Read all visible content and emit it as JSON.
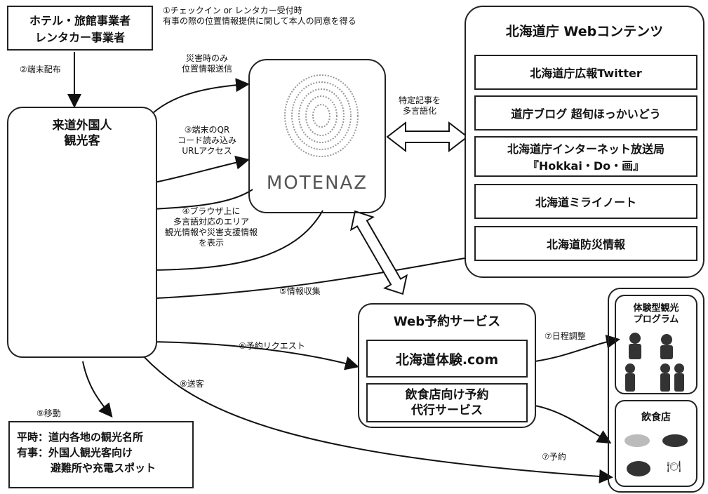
{
  "hotel_box": {
    "line1": "ホテル・旅館事業者",
    "line2": "レンタカー事業者"
  },
  "step1": {
    "line1": "①チェックイン or レンタカー受付時",
    "line2": "有事の際の位置情報提供に関して本人の同意を得る"
  },
  "step2": "②端末配布",
  "tourist_box": {
    "line1": "来道外国人",
    "line2": "観光客"
  },
  "disaster_send": {
    "line1": "災害時のみ",
    "line2": "位置情報送信"
  },
  "step3": {
    "line1": "③端末のQR",
    "line2": "コード読み込み",
    "line3": "URLアクセス"
  },
  "step4": {
    "line1": "④ブラウザ上に",
    "line2": "多言語対応のエリア",
    "line3": "観光情報や災害支援情報",
    "line4": "を表示"
  },
  "motenaz": {
    "logo": "MOTENAZ"
  },
  "translate_label": {
    "line1": "特定記事を",
    "line2": "多言語化"
  },
  "web_contents": {
    "title": "北海道庁 Webコンテンツ",
    "items": [
      "北海道庁広報Twitter",
      "道庁ブログ 超旬ほっかいどう",
      "北海道庁インターネット放送局",
      "北海道ミライノート",
      "北海道防災情報"
    ],
    "item3_line2": "『Hokkai・Do・画』"
  },
  "step5": "⑤情報収集",
  "step6": "⑥予約リクエスト",
  "step7a": "⑦日程調整",
  "step7b": "⑦予約",
  "step8": "⑧送客",
  "step9": "⑨移動",
  "web_reserve": {
    "title": "Web予約サービス",
    "item1": "北海道体験.com",
    "item2_line1": "飲食店向け予約",
    "item2_line2": "代行サービス"
  },
  "experience_box": {
    "line1": "体験型観光",
    "line2": "プログラム"
  },
  "restaurant_box": {
    "title": "飲食店"
  },
  "destination_box": {
    "line1": "平時：道内各地の観光名所",
    "line2": "有事：外国人観光客向け",
    "line3": "避難所や充電スポット"
  }
}
